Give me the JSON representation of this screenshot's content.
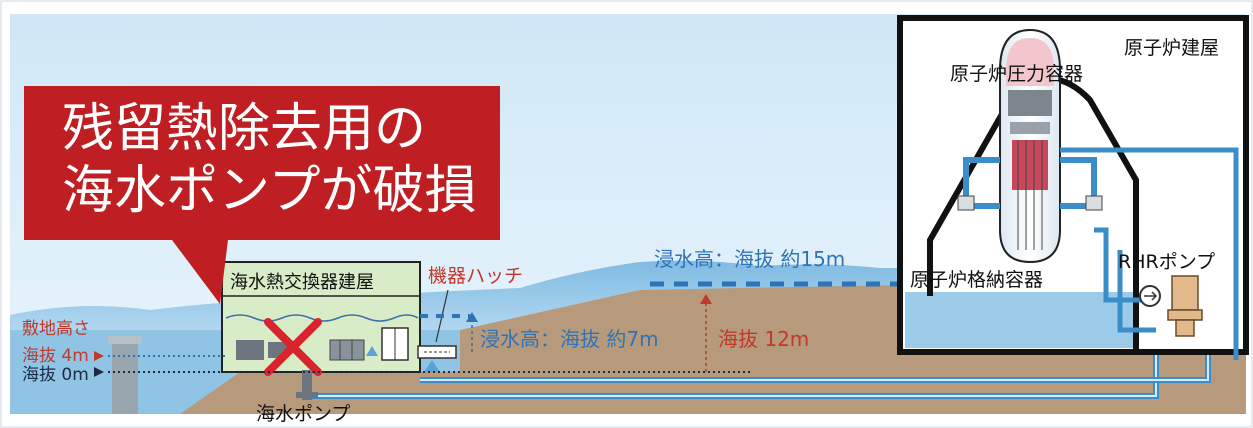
{
  "callout": {
    "line1": "残留熱除去用の",
    "line2": "海水ポンプが破損"
  },
  "labels": {
    "hx_building": "海水熱交換器建屋",
    "equipment_hatch": "機器ハッチ",
    "flood_15m": "浸水高：海抜 約15m",
    "flood_7m": "浸水高：海抜 約7m",
    "elevation_12m": "海抜 12m",
    "ground_height": "敷地高さ",
    "elev_4m": "海抜 4m",
    "elev_0m": "海抜 0m",
    "seawater_pump": "海水ポンプ",
    "reactor_building": "原子炉建屋",
    "pressure_vessel": "原子炉圧力容器",
    "containment_vessel": "原子炉格納容器",
    "rhr_pump": "RHRポンプ"
  },
  "colors": {
    "callout_red": "#bf1e22",
    "damage_red": "#d9232d",
    "label_red": "#c0392b",
    "flood_blue": "#2e73b8",
    "water_light": "#cde6f5",
    "water_mid": "#8fc4e5",
    "ground": "#b79a7b",
    "building_green": "#d8ecc8"
  }
}
